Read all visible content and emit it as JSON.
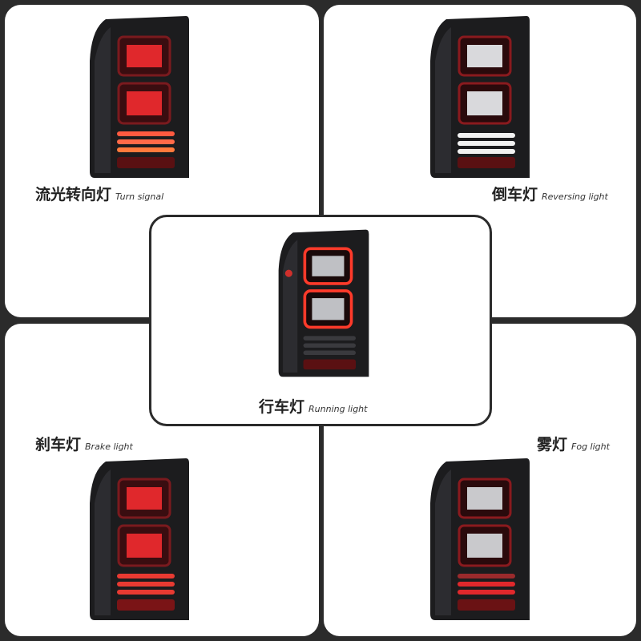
{
  "panels": {
    "turn": {
      "zh": "流光转向灯",
      "en": "Turn signal"
    },
    "reverse": {
      "zh": "倒车灯",
      "en": "Reversing light"
    },
    "running": {
      "zh": "行车灯",
      "en": "Running light"
    },
    "brake": {
      "zh": "刹车灯",
      "en": "Brake light"
    },
    "fog": {
      "zh": "雾灯",
      "en": "Fog light"
    }
  },
  "colors": {
    "frame": "#2b2b2b",
    "lamp_body": "#1c1c1e",
    "lit_red": "#e0282c",
    "lit_amber": "#ff7a3c",
    "white_light": "#f2f2f2"
  }
}
